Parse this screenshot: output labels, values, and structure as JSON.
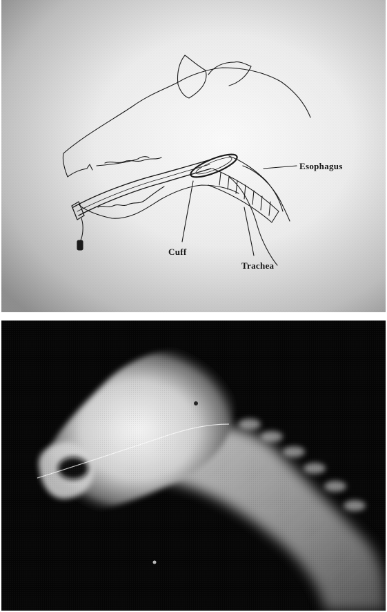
{
  "figure": {
    "top_panel": {
      "labels": {
        "esophagus": "Esophagus",
        "cuff": "Cuff",
        "trachea": "Trachea"
      }
    },
    "bottom_panel": {
      "description_visible_text": ""
    }
  },
  "colors": {
    "line": "#1a1a1a",
    "xray_background": "#050505"
  }
}
